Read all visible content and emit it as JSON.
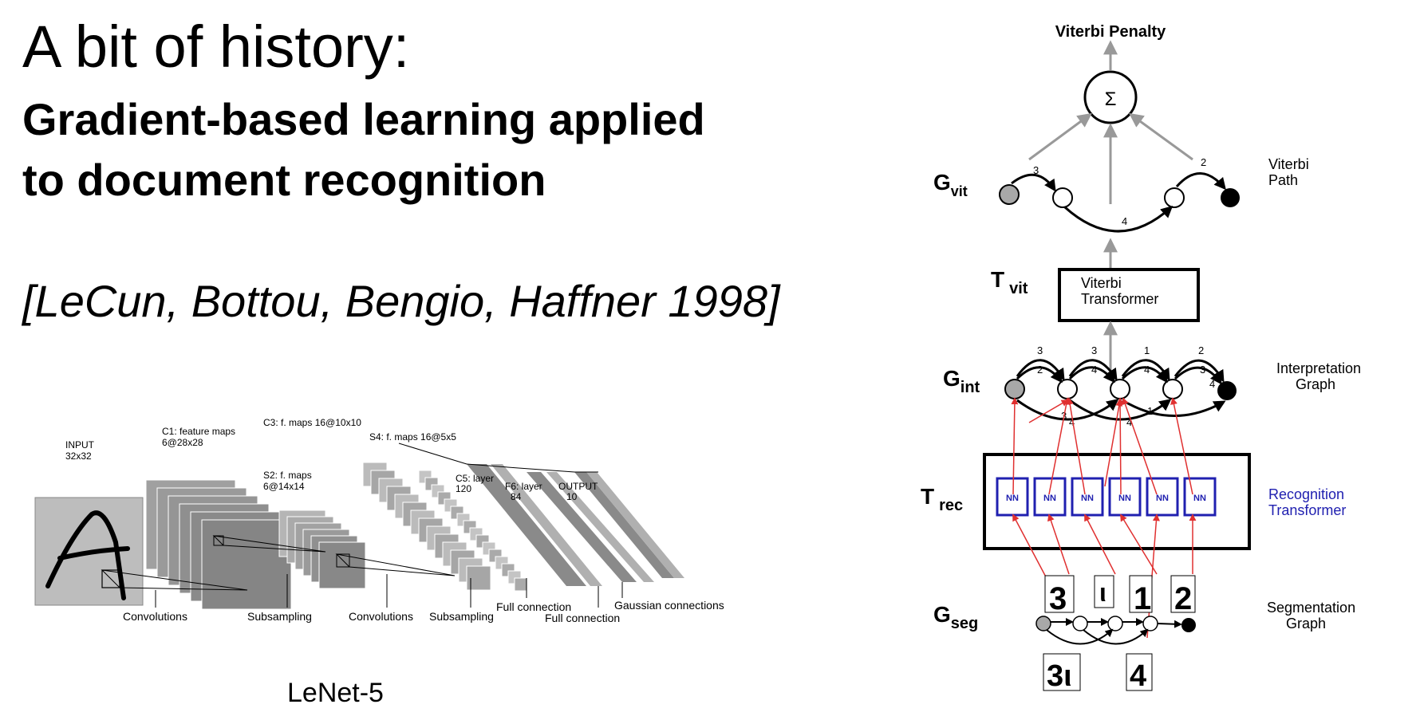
{
  "slide": {
    "title": "A bit of history:",
    "subtitle": "Gradient-based learning applied to document recognition",
    "citation": "[LeCun, Bottou, Bengio, Haffner 1998]"
  },
  "lenet": {
    "caption": "LeNet-5",
    "layers": {
      "input": [
        "INPUT",
        "32x32"
      ],
      "c1": [
        "C1: feature maps",
        "6@28x28"
      ],
      "s2": [
        "S2: f. maps",
        "6@14x14"
      ],
      "c3": "C3: f. maps 16@10x10",
      "s4": "S4: f. maps 16@5x5",
      "c5": [
        "C5: layer",
        "120"
      ],
      "f6": [
        "F6: layer",
        "84"
      ],
      "output": [
        "OUTPUT",
        "10"
      ]
    },
    "connections": {
      "conv1": "Convolutions",
      "sub1": "Subsampling",
      "conv2": "Convolutions",
      "sub2": "Subsampling",
      "full1": "Full connection",
      "full2": "Full connection",
      "gauss": "Gaussian connections"
    }
  },
  "gtn": {
    "viterbi_penalty": "Viterbi Penalty",
    "sigma": "Σ",
    "g_vit": {
      "main": "G",
      "sub": "vit"
    },
    "t_vit": {
      "main": "T",
      "sub": "vit"
    },
    "g_int": {
      "main": "G",
      "sub": "int"
    },
    "t_rec": {
      "main": "T",
      "sub": "rec"
    },
    "g_seg": {
      "main": "G",
      "sub": "seg"
    },
    "viterbi_path": [
      "Viterbi",
      "Path"
    ],
    "viterbi_transformer": [
      "Viterbi",
      "Transformer"
    ],
    "interpretation_graph": [
      "Interpretation",
      "Graph"
    ],
    "recognition_transformer": [
      "Recognition",
      "Transformer"
    ],
    "segmentation_graph": [
      "Segmentation",
      "Graph"
    ],
    "nn_label": "NN",
    "vit_arc_labels": [
      "3",
      "4",
      "2"
    ],
    "int_top_labels": [
      "3",
      "3",
      "1",
      "2"
    ],
    "int_inner_labels": [
      "2",
      "4",
      "4",
      "3"
    ],
    "int_bottom_labels": [
      "3",
      "4",
      "4",
      "1",
      "4"
    ],
    "seg_glyphs_top": [
      "3",
      "ι",
      "1",
      "2"
    ],
    "seg_glyphs_bottom": [
      "3ι",
      "4"
    ],
    "colors": {
      "blue": "#2020b0",
      "red": "#e03030",
      "grey_arrow": "#999999",
      "node_grey": "#a8a8a8"
    }
  }
}
